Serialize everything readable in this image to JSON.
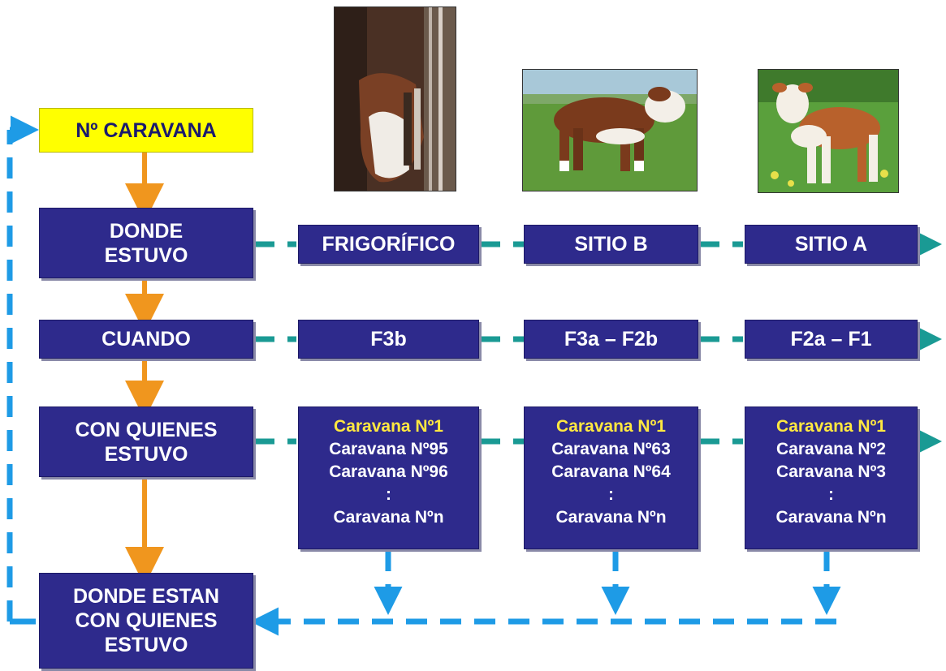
{
  "start": {
    "label": "Nº CARAVANA"
  },
  "questions": [
    {
      "id": "donde-estuvo",
      "label": "DONDE\nESTUVO"
    },
    {
      "id": "cuando",
      "label": "CUANDO"
    },
    {
      "id": "con-quienes-estuvo",
      "label": "CON QUIENES\nESTUVO"
    },
    {
      "id": "donde-estan",
      "label": "DONDE ESTAN\nCON QUIENES\nESTUVO"
    }
  ],
  "columns": [
    {
      "place": "FRIGORÍFICO",
      "period": "F3b",
      "contacts": [
        "Caravana Nº1",
        "Caravana Nº95",
        "Caravana Nº96",
        ":",
        "Caravana Nºn"
      ]
    },
    {
      "place": "SITIO B",
      "period": "F3a – F2b",
      "contacts": [
        "Caravana Nº1",
        "Caravana Nº63",
        "Caravana Nº64",
        ":",
        "Caravana Nºn"
      ]
    },
    {
      "place": "SITIO A",
      "period": "F2a – F1",
      "contacts": [
        "Caravana Nº1",
        "Caravana Nº2",
        "Caravana Nº3",
        ":",
        "Caravana Nºn"
      ]
    }
  ],
  "images": [
    {
      "name": "slaughterhouse-cow-photo",
      "depicts": "cow head in stall"
    },
    {
      "name": "hereford-steer-photo",
      "depicts": "hereford steer on grass"
    },
    {
      "name": "hereford-calf-photo",
      "depicts": "hereford calf in field"
    }
  ],
  "colors": {
    "box": "#2e2a8c",
    "start": "#ffff00",
    "highlight_text": "#ffe840",
    "flow_arrow": "#f0961e",
    "link_dashed": "#1a9a94",
    "feedback_dashed": "#1e9be6"
  }
}
